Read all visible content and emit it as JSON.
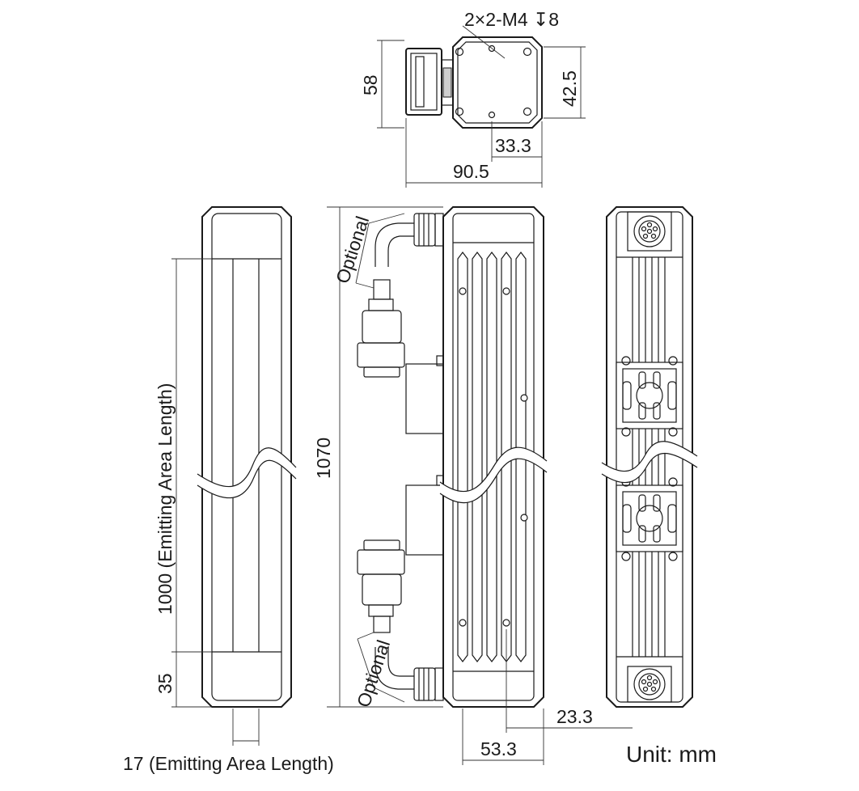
{
  "labels": {
    "thread_spec": "2×2-M4 ↧8",
    "dim_58": "58",
    "dim_42_5": "42.5",
    "dim_33_3": "33.3",
    "dim_90_5": "90.5",
    "dim_1000": "1000 (Emitting Area Length)",
    "dim_35": "35",
    "dim_17": "17 (Emitting Area Length)",
    "dim_1070": "1070",
    "optional_top": "Optional",
    "optional_bottom": "Optional",
    "dim_23_3": "23.3",
    "dim_53_3": "53.3",
    "unit": "Unit: mm"
  }
}
